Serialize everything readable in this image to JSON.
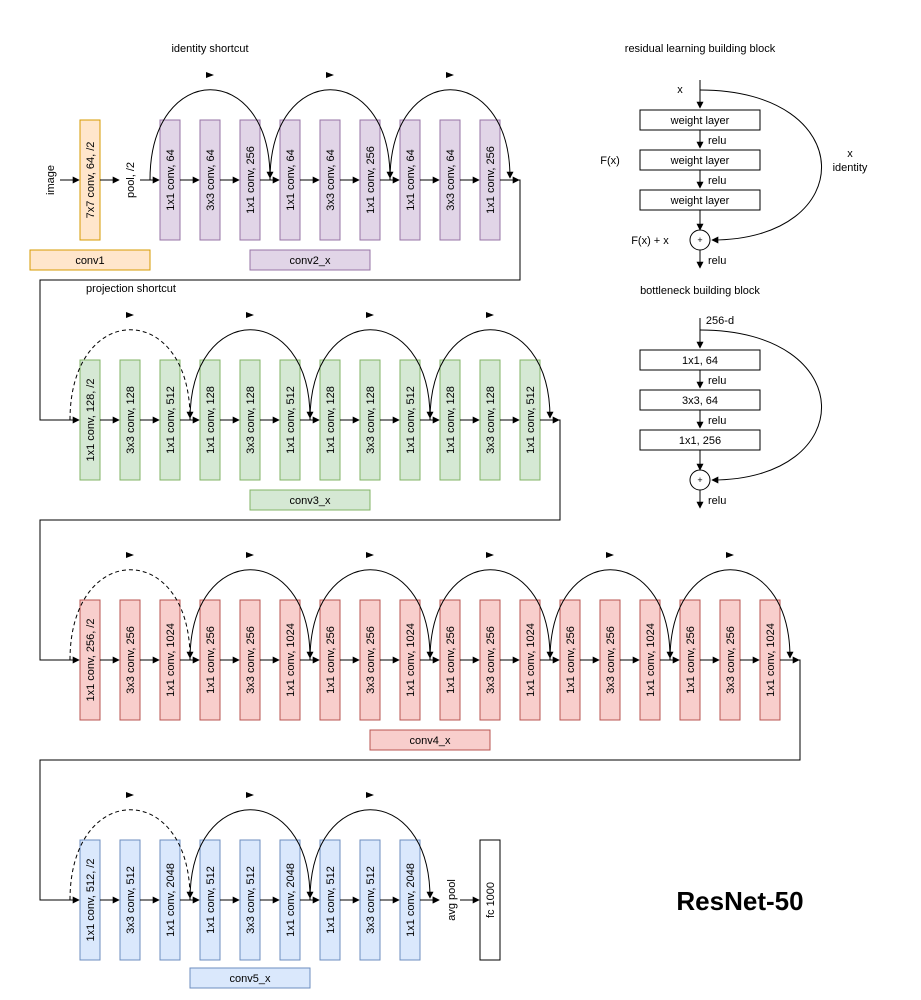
{
  "title": "ResNet-50",
  "colors": {
    "conv1": {
      "fill": "#ffe6cc",
      "stroke": "#d79b00"
    },
    "conv2": {
      "fill": "#e1d5e7",
      "stroke": "#9673a6"
    },
    "conv3": {
      "fill": "#d5e8d4",
      "stroke": "#82b366"
    },
    "conv4": {
      "fill": "#f8cecc",
      "stroke": "#b85450"
    },
    "conv5": {
      "fill": "#dae8fc",
      "stroke": "#6c8ebf"
    },
    "line": "#000000"
  },
  "stem": {
    "input_label": "image",
    "conv1_block": "7x7 conv, 64, /2",
    "pool_label": "pool, /2",
    "group_label": "conv1"
  },
  "stages": [
    {
      "name": "conv2",
      "group_label": "conv2_x",
      "shortcut_label": "identity shortcut",
      "blocks": [
        "1x1 conv, 64",
        "3x3 conv, 64",
        "1x1 conv, 256",
        "1x1 conv, 64",
        "3x3 conv, 64",
        "1x1 conv, 256",
        "1x1 conv, 64",
        "3x3 conv, 64",
        "1x1 conv, 256"
      ]
    },
    {
      "name": "conv3",
      "group_label": "conv3_x",
      "shortcut_label": "projection shortcut",
      "blocks": [
        "1x1 conv, 128, /2",
        "3x3 conv, 128",
        "1x1 conv, 512",
        "1x1 conv, 128",
        "3x3 conv, 128",
        "1x1 conv, 512",
        "1x1 conv, 128",
        "3x3 conv, 128",
        "1x1 conv, 512",
        "1x1 conv, 128",
        "3x3 conv, 128",
        "1x1 conv, 512"
      ]
    },
    {
      "name": "conv4",
      "group_label": "conv4_x",
      "blocks": [
        "1x1 conv, 256, /2",
        "3x3 conv, 256",
        "1x1 conv, 1024",
        "1x1 conv, 256",
        "3x3 conv, 256",
        "1x1 conv, 1024",
        "1x1 conv, 256",
        "3x3 conv, 256",
        "1x1 conv, 1024",
        "1x1 conv, 256",
        "3x3 conv, 256",
        "1x1 conv, 1024",
        "1x1 conv, 256",
        "3x3 conv, 256",
        "1x1 conv, 1024",
        "1x1 conv, 256",
        "3x3 conv, 256",
        "1x1 conv, 1024"
      ]
    },
    {
      "name": "conv5",
      "group_label": "conv5_x",
      "blocks": [
        "1x1 conv, 512, /2",
        "3x3 conv, 512",
        "1x1 conv, 2048",
        "1x1 conv, 512",
        "3x3 conv, 512",
        "1x1 conv, 2048",
        "1x1 conv, 512",
        "3x3 conv, 512",
        "1x1 conv, 2048"
      ]
    }
  ],
  "head": {
    "pool_label": "avg pool",
    "fc_block": "fc 1000"
  },
  "residual_block": {
    "title": "residual learning building block",
    "input": "x",
    "layers": [
      "weight layer",
      "weight layer",
      "weight layer"
    ],
    "relu": "relu",
    "fx_label": "F(x)",
    "identity_x": "x",
    "identity_label": "identity",
    "sum_label": "F(x) + x",
    "plus": "+"
  },
  "bottleneck_block": {
    "title": "bottleneck building block",
    "input": "256-d",
    "layers": [
      "1x1, 64",
      "3x3, 64",
      "1x1, 256"
    ],
    "relu": "relu",
    "plus": "+"
  }
}
